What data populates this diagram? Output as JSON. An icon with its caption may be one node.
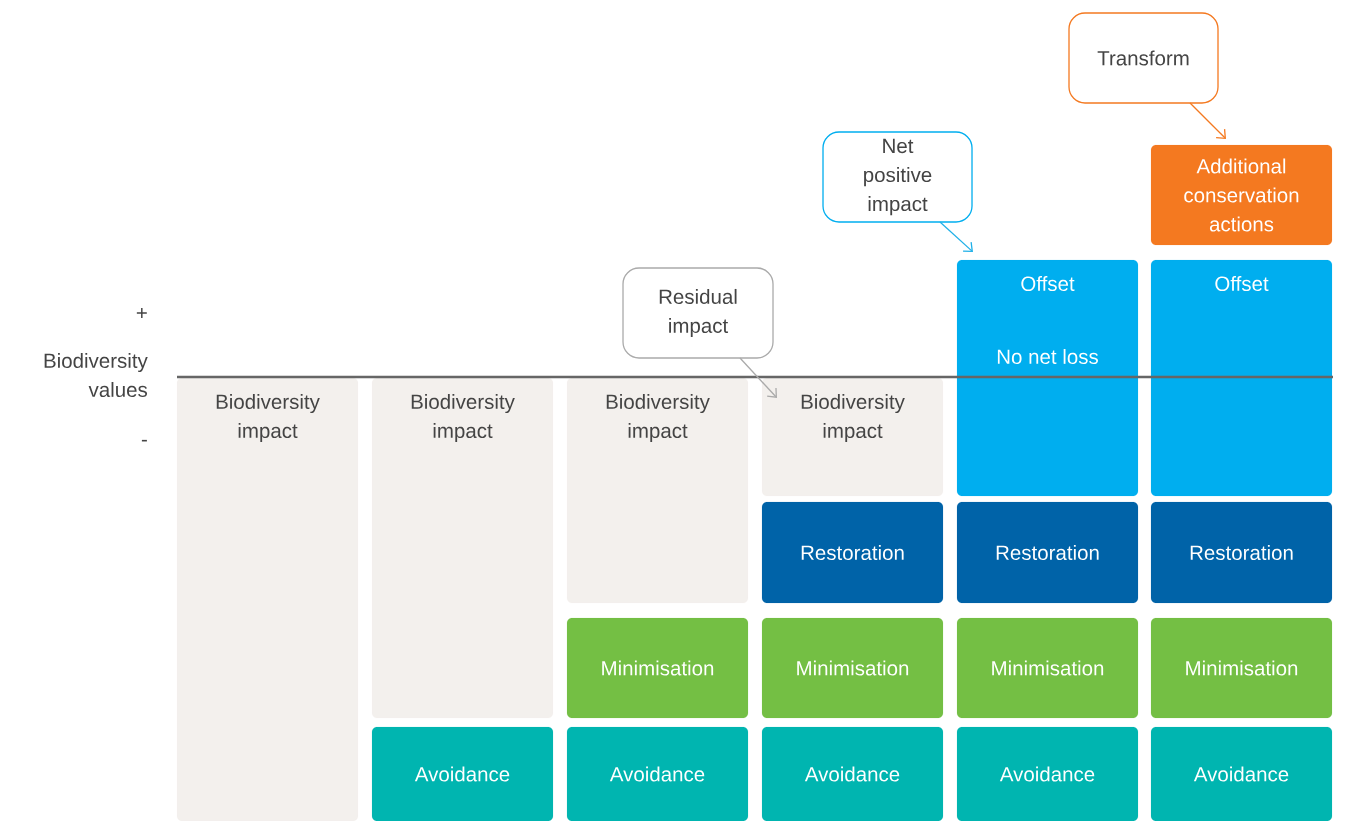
{
  "diagram": {
    "nodes": [
      {
        "text": [
          "Transform"
        ]
      },
      {
        "text": [
          "Additional conservation actions"
        ]
      },
      {
        "text": [
          "Net positive impact"
        ]
      },
      {
        "text": [
          "Residual impact"
        ]
      },
      {
        "text": [
          "Offset",
          "No net loss"
        ]
      },
      {
        "text": [
          "Offset"
        ]
      },
      {
        "text": [
          "Biodiversity impact"
        ]
      },
      {
        "text": [
          "Biodiversity impact"
        ]
      },
      {
        "text": [
          "Biodiversity impact"
        ]
      },
      {
        "text": [
          "Biodiversity impact"
        ]
      },
      {
        "text": [
          "Restoration"
        ]
      },
      {
        "text": [
          "Restoration"
        ]
      },
      {
        "text": [
          "Restoration"
        ]
      },
      {
        "text": [
          "Minimisation"
        ]
      },
      {
        "text": [
          "Minimisation"
        ]
      },
      {
        "text": [
          "Minimisation"
        ]
      },
      {
        "text": [
          "Minimisation"
        ]
      },
      {
        "text": [
          "Avoidance"
        ]
      },
      {
        "text": [
          "Avoidance"
        ]
      },
      {
        "text": [
          "Avoidance"
        ]
      },
      {
        "text": [
          "Avoidance"
        ]
      },
      {
        "text": [
          "Avoidance"
        ]
      }
    ],
    "edges": [
      {
        "from": 0,
        "to": 1,
        "arrow": "to",
        "color": "#f47920"
      },
      {
        "from": 2,
        "to": 4,
        "arrow": "to",
        "color": "#1fb0e8"
      },
      {
        "from": 3,
        "to": 9,
        "arrow": "to",
        "color": "#aaaaaa"
      }
    ],
    "labels": [
      "+",
      "Biodiversity values",
      "-"
    ]
  }
}
